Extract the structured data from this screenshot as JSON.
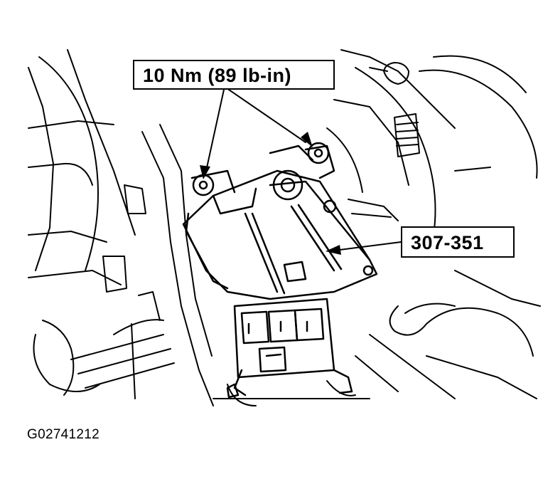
{
  "callouts": {
    "torque_spec": "10 Nm (89 lb-in)",
    "part_number": "307-351"
  },
  "figure_id": "G02741212",
  "colors": {
    "ink": "#000000",
    "paper": "#ffffff"
  }
}
